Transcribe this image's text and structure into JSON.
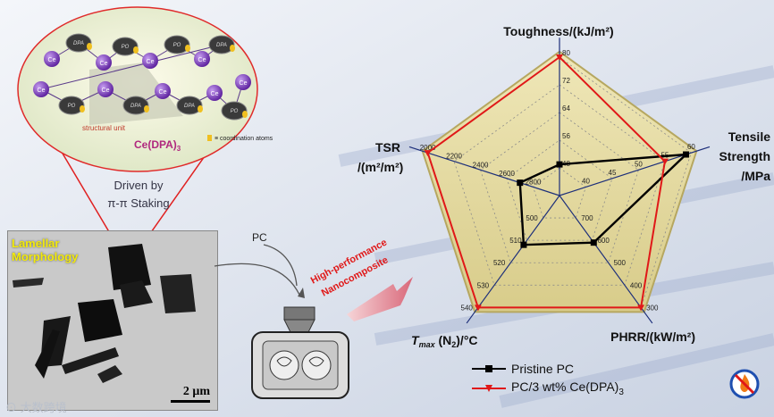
{
  "molecule": {
    "title": "Ce(DPA)",
    "title_sub": "3",
    "structural_unit": "structural unit",
    "coordination_note": "≡ coordination atoms",
    "node_labels": [
      "Ce",
      "DPA",
      "PO"
    ]
  },
  "driven": {
    "line1": "Driven by",
    "line2": "π-π Staking"
  },
  "sem": {
    "label_line1": "Lamellar",
    "label_line2": "Morphology",
    "scale": "2 μm"
  },
  "process": {
    "pc_label": "PC",
    "arrow_line1": "High-performance",
    "arrow_line2": "Nanocomposite"
  },
  "watermark": "大数跨境",
  "chart_data": {
    "type": "radar",
    "axes": [
      {
        "label": "Toughness/(kJ/m²)",
        "ticks": [
          "48",
          "56",
          "64",
          "72",
          "80"
        ]
      },
      {
        "label": "Tensile Strength /MPa",
        "ticks": [
          "40",
          "45",
          "50",
          "55",
          "60"
        ]
      },
      {
        "label": "PHRR/(kW/m²)",
        "ticks": [
          "700",
          "600",
          "500",
          "400",
          "300"
        ]
      },
      {
        "label": "Tmax (N2)/°C",
        "ticks": [
          "500",
          "510",
          "520",
          "530",
          "540"
        ]
      },
      {
        "label": "TSR /(m²/m²)",
        "ticks": [
          "2800",
          "2600",
          "2400",
          "2200",
          "2000"
        ]
      }
    ],
    "series": [
      {
        "name": "Pristine PC",
        "color": "#000000",
        "values": [
          49,
          59,
          590,
          512,
          2700
        ]
      },
      {
        "name": "PC/3 wt% Ce(DPA)3",
        "color": "#e01818",
        "values": [
          80,
          55,
          300,
          540,
          2000
        ]
      }
    ]
  }
}
